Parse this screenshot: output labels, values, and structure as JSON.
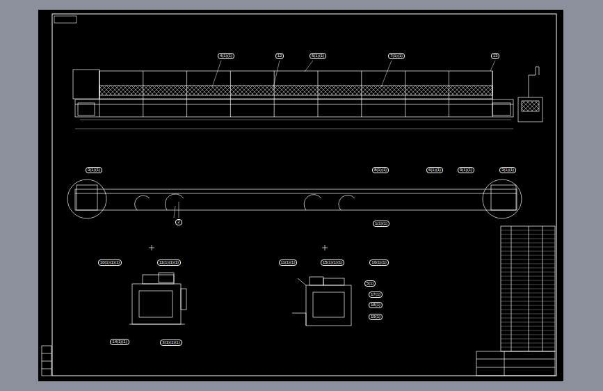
{
  "diagram": {
    "labels": [
      "4(1)(1)",
      "12",
      "5(1)(1)",
      "7(1)(1)",
      "13",
      "3(1)(1)",
      "8(1)(1)",
      "6(1)(1)",
      "9(1)(1)",
      "3(1)(1)",
      "2",
      "1(1)(1)",
      "10(1)(1)(1)",
      "11(1)(1)(1)",
      "14(1)(1)",
      "3(1)(1)(1)",
      "11(1)(1)",
      "15(1)(1)(1)",
      "16(1)(1)",
      "5(1)",
      "17(1)",
      "18(1)",
      "19(1)"
    ]
  }
}
